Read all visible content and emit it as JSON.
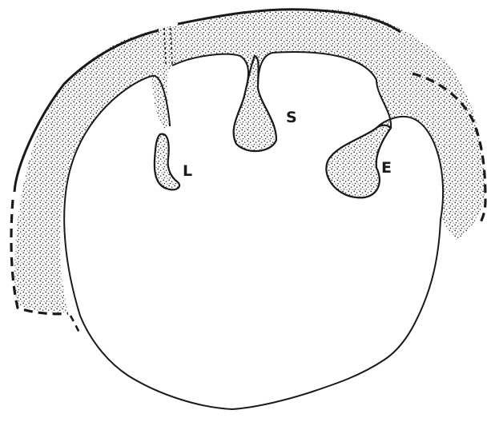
{
  "labels": {
    "l": "L",
    "s": "S",
    "e": "E"
  },
  "colors": {
    "ink": "#1a1a1a",
    "stipple": "#2b2b2b",
    "paper": "#ffffff",
    "tissue": "#d9d9d9"
  }
}
